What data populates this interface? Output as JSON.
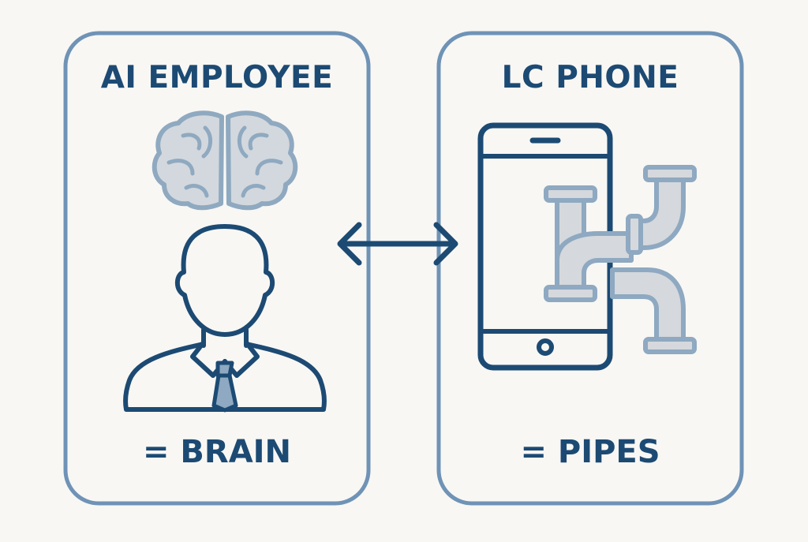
{
  "diagram": {
    "left_panel": {
      "title": "AI EMPLOYEE",
      "caption": "= BRAIN",
      "icons": [
        "brain-icon",
        "person-icon"
      ]
    },
    "right_panel": {
      "title": "LC PHONE",
      "caption": "= PIPES",
      "icons": [
        "phone-icon",
        "pipes-icon"
      ]
    },
    "connector": "bidirectional-arrow-icon"
  },
  "colors": {
    "background": "#f8f7f4",
    "panel_border": "#6f93b6",
    "primary": "#1c4a73",
    "brain_fill": "#d2d8de",
    "brain_stroke": "#8fa9c0",
    "pipe_fill": "#d5d8dc",
    "pipe_stroke": "#8ea9c1",
    "tie": "#8ea9c1"
  }
}
